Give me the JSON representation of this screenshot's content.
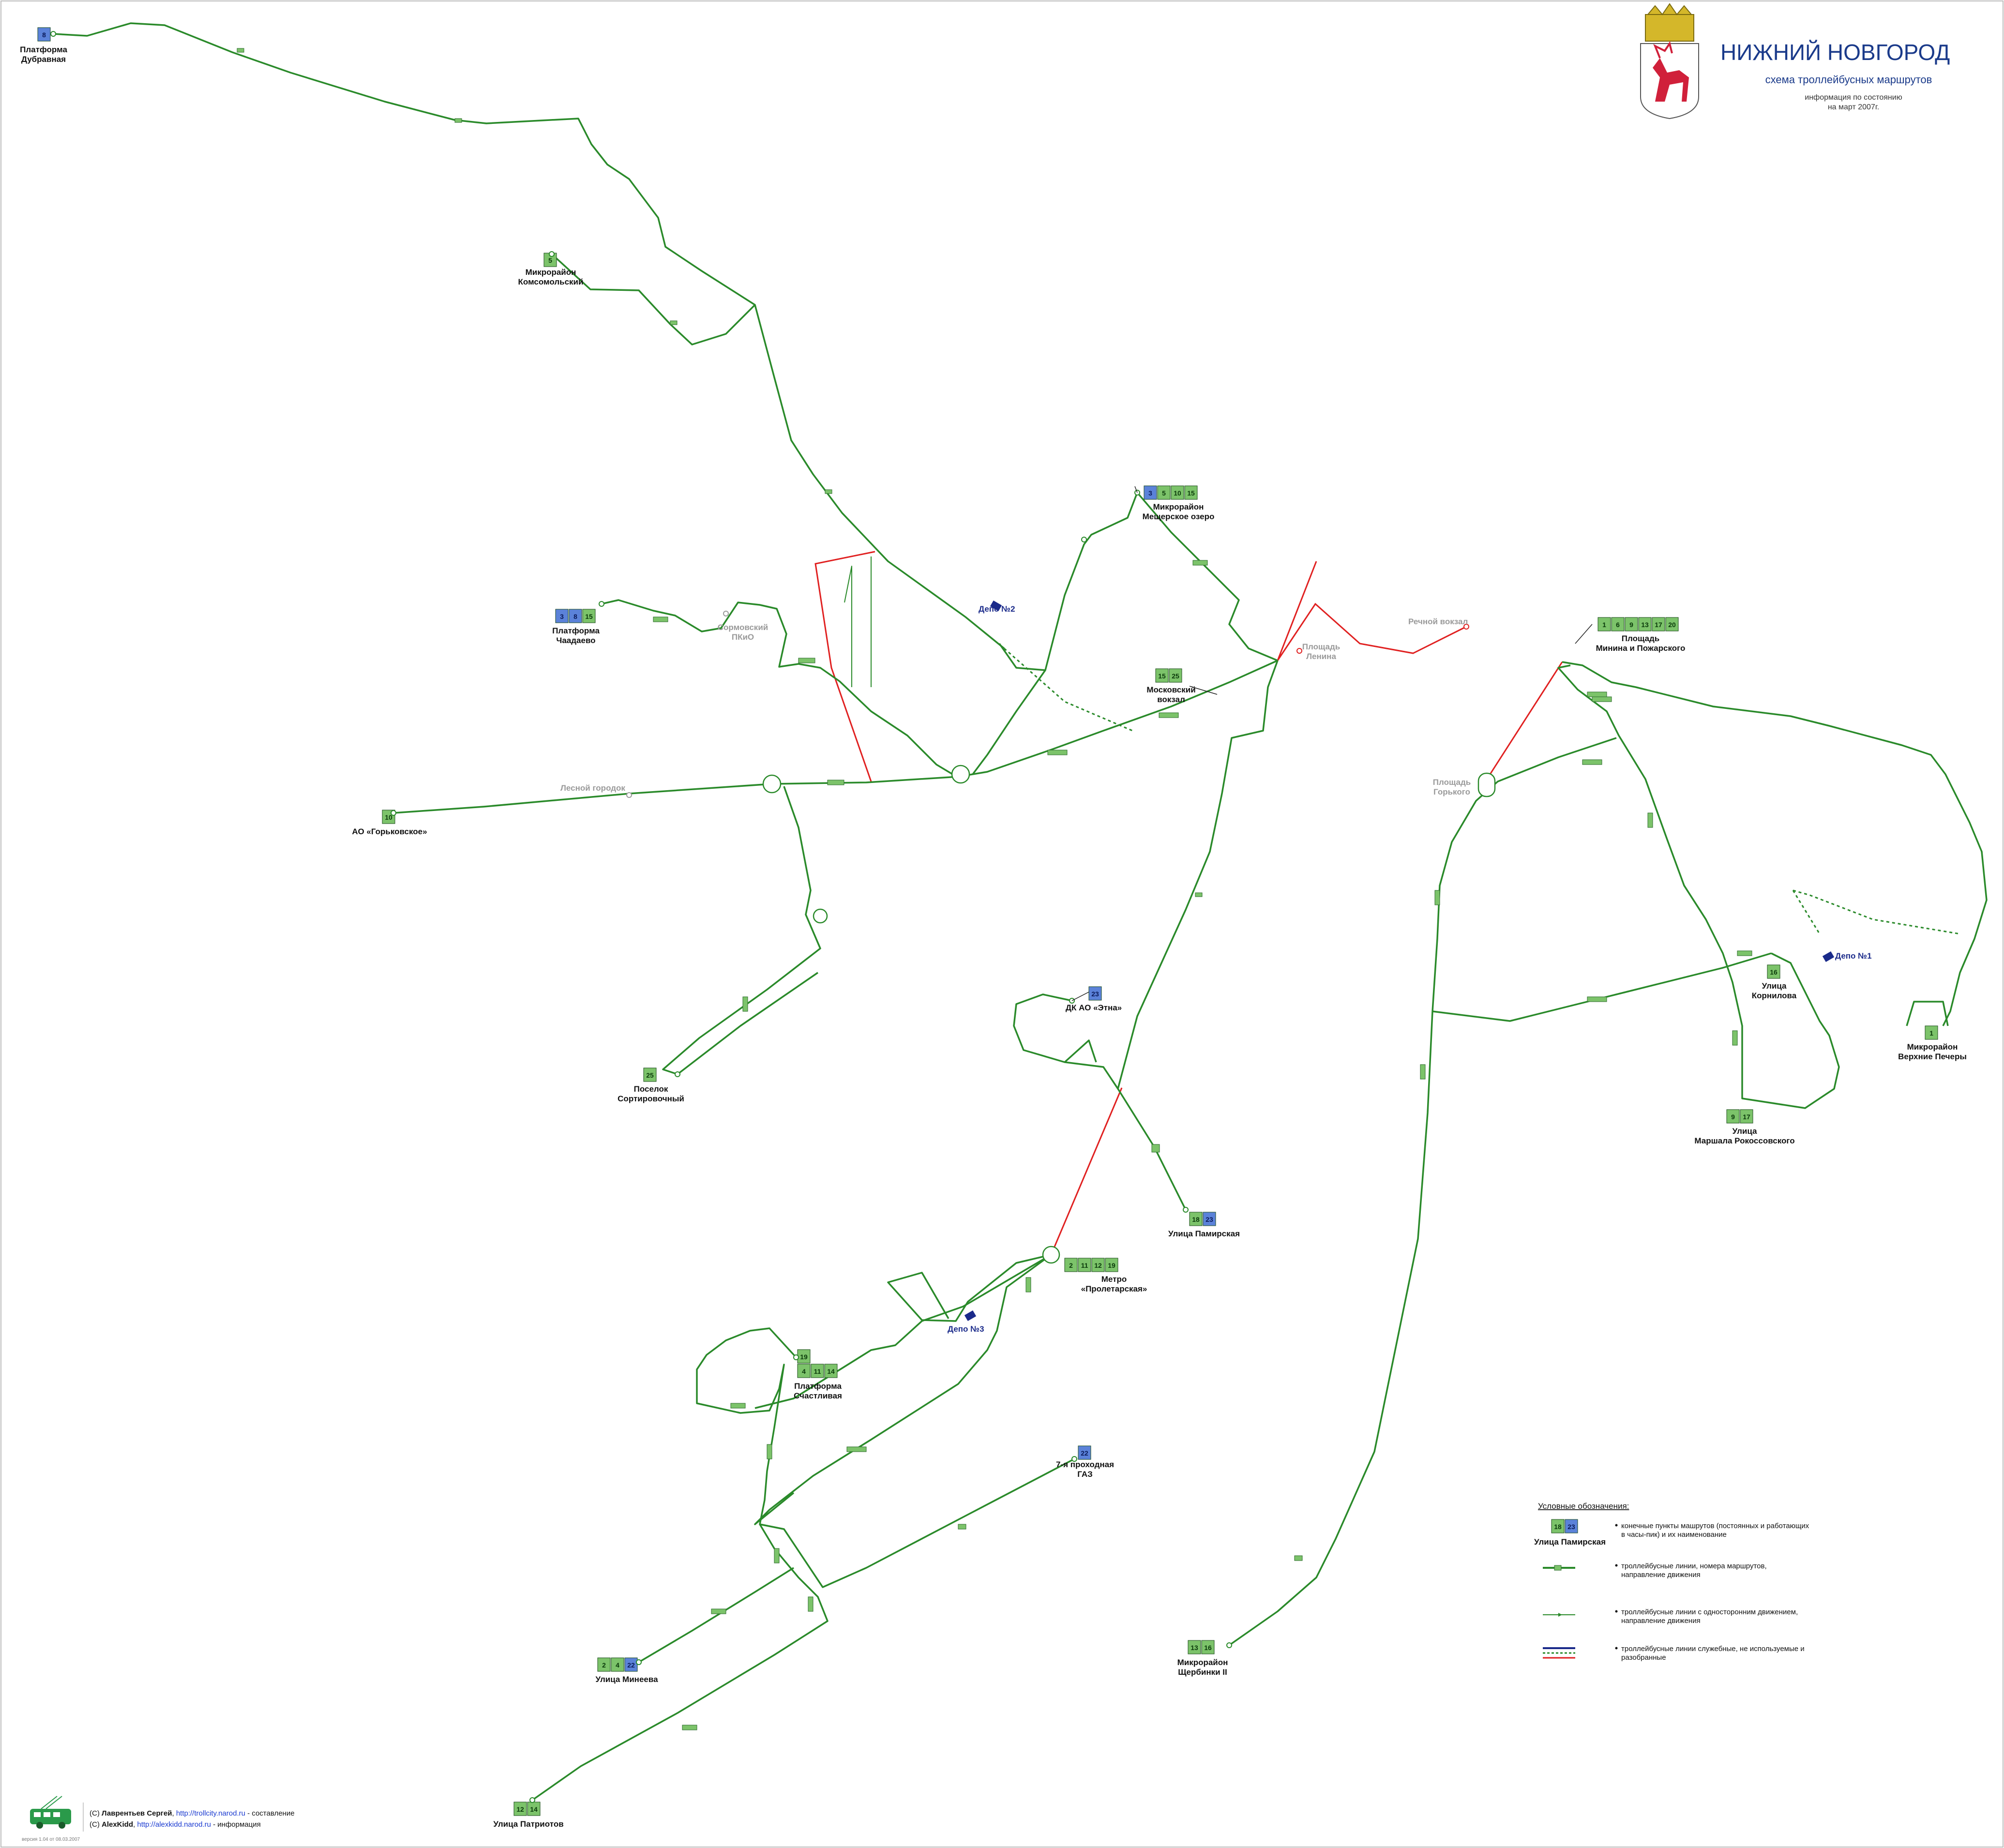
{
  "header": {
    "city": "НИЖНИЙ НОВГОРОД",
    "subtitle": "схема троллейбусных маршрутов",
    "info_line1": "информация по состоянию",
    "info_line2": "на март 2007г."
  },
  "colors": {
    "line": "#2a8a2a",
    "unused": "#e02020",
    "service": "#1a2a8a",
    "permanent_route": "#7cc36a",
    "rush_route": "#5b82d9"
  },
  "terminals": [
    {
      "id": "platforma-dubravnaya",
      "line1": "Платформа",
      "line2": "Дубравная",
      "routes": [
        {
          "n": "8",
          "t": "b"
        }
      ]
    },
    {
      "id": "mkr-komsomolsky",
      "line1": "Микрорайон",
      "line2": "Комсомольский",
      "routes": [
        {
          "n": "5",
          "t": "g"
        }
      ]
    },
    {
      "id": "mkr-meshcherskoe",
      "line1": "Микрорайон",
      "line2": "Мещерское озеро",
      "routes": [
        {
          "n": "3",
          "t": "b"
        },
        {
          "n": "5",
          "t": "g"
        },
        {
          "n": "10",
          "t": "g"
        },
        {
          "n": "15",
          "t": "g"
        }
      ]
    },
    {
      "id": "platforma-chaadaevo",
      "line1": "Платформа",
      "line2": "Чаадаево",
      "routes": [
        {
          "n": "3",
          "t": "b"
        },
        {
          "n": "8",
          "t": "b"
        },
        {
          "n": "15",
          "t": "g"
        }
      ]
    },
    {
      "id": "ao-gorkovskoe",
      "line1": "АО «Горьковское»",
      "line2": "",
      "routes": [
        {
          "n": "10",
          "t": "g"
        }
      ]
    },
    {
      "id": "moskovsky-vokzal",
      "line1": "Московский",
      "line2": "вокзал",
      "routes": [
        {
          "n": "15",
          "t": "g"
        },
        {
          "n": "25",
          "t": "g"
        }
      ]
    },
    {
      "id": "pl-minina",
      "line1": "Площадь",
      "line2": "Минина и Пожарского",
      "routes": [
        {
          "n": "1",
          "t": "g"
        },
        {
          "n": "6",
          "t": "g"
        },
        {
          "n": "9",
          "t": "g"
        },
        {
          "n": "13",
          "t": "g"
        },
        {
          "n": "17",
          "t": "g"
        },
        {
          "n": "20",
          "t": "g"
        }
      ]
    },
    {
      "id": "poselok-sortirovochny",
      "line1": "Поселок",
      "line2": "Сортировочный",
      "routes": [
        {
          "n": "25",
          "t": "g"
        }
      ]
    },
    {
      "id": "dk-etna",
      "line1": "ДК АО «Этна»",
      "line2": "",
      "routes": [
        {
          "n": "23",
          "t": "b"
        }
      ]
    },
    {
      "id": "ul-pamirskaya",
      "line1": "Улица Памирская",
      "line2": "",
      "routes": [
        {
          "n": "18",
          "t": "g"
        },
        {
          "n": "23",
          "t": "b"
        }
      ]
    },
    {
      "id": "metro-proletarskaya",
      "line1": "Метро",
      "line2": "«Пролетарская»",
      "routes": [
        {
          "n": "2",
          "t": "g"
        },
        {
          "n": "11",
          "t": "g"
        },
        {
          "n": "12",
          "t": "g"
        },
        {
          "n": "19",
          "t": "g"
        }
      ]
    },
    {
      "id": "platforma-schastlivaya",
      "line1": "Платформа",
      "line2": "Счастливая",
      "routes": [
        {
          "n": "4",
          "t": "g"
        },
        {
          "n": "11",
          "t": "g"
        },
        {
          "n": "14",
          "t": "g"
        }
      ],
      "extra": [
        {
          "n": "19",
          "t": "g"
        }
      ]
    },
    {
      "id": "ul-kornilova",
      "line1": "Улица",
      "line2": "Корнилова",
      "routes": [
        {
          "n": "16",
          "t": "g"
        }
      ]
    },
    {
      "id": "mkr-verkhnie-pechery",
      "line1": "Микрорайон",
      "line2": "Верхние Печеры",
      "routes": [
        {
          "n": "1",
          "t": "g"
        }
      ]
    },
    {
      "id": "ul-rokossovskogo",
      "line1": "Улица",
      "line2": "Маршала Рокоссовского",
      "routes": [
        {
          "n": "9",
          "t": "g"
        },
        {
          "n": "17",
          "t": "g"
        }
      ]
    },
    {
      "id": "7-prokhodnaya-gaz",
      "line1": "7-я проходная",
      "line2": "ГАЗ",
      "routes": [
        {
          "n": "22",
          "t": "b"
        }
      ]
    },
    {
      "id": "ul-mineeva",
      "line1": "Улица Минеева",
      "line2": "",
      "routes": [
        {
          "n": "2",
          "t": "g"
        },
        {
          "n": "4",
          "t": "g"
        },
        {
          "n": "22",
          "t": "b"
        }
      ]
    },
    {
      "id": "mkr-shcherbinki",
      "line1": "Микрорайон",
      "line2": "Щербинки II",
      "routes": [
        {
          "n": "13",
          "t": "g"
        },
        {
          "n": "16",
          "t": "g"
        }
      ]
    },
    {
      "id": "ul-patriotov",
      "line1": "Улица Патриотов",
      "line2": "",
      "routes": [
        {
          "n": "12",
          "t": "g"
        },
        {
          "n": "14",
          "t": "g"
        }
      ]
    }
  ],
  "depots": {
    "d2": "Депо №2",
    "d3": "Депо №3",
    "d1": "Депо №1"
  },
  "places": {
    "sormovsky1": "Сормовский",
    "sormovsky2": "ПКиО",
    "lesnoy": "Лесной городок",
    "lenina1": "Площадь",
    "lenina2": "Ленина",
    "rechnoy": "Речной вокзал",
    "gorkogo1": "Площадь",
    "gorkogo2": "Горького"
  },
  "legend": {
    "title": "Условные обозначения:",
    "sample_routes": [
      {
        "n": "18",
        "t": "g"
      },
      {
        "n": "23",
        "t": "b"
      }
    ],
    "sample_name": "Улица Памирская",
    "item1_line1": "конечные пункты машрутов (постоянных и работающих",
    "item1_line2": "в часы-пик) и их наименование",
    "item2_line1": "троллейбусные линии, номера маршрутов,",
    "item2_line2": "направление движения",
    "item3_line1": "троллейбусные линии с односторонним движением,",
    "item3_line2": "направление движения",
    "item4_line1": "троллейбусные линии служебные, не используемые и",
    "item4_line2": "разобранные"
  },
  "credits": {
    "line1_prefix": "(С) ",
    "line1_name": "Лаврентьев Сергей",
    "line1_link": "http://trollcity.narod.ru",
    "line1_suffix": " - составление",
    "line2_prefix": "(С) ",
    "line2_name": "AlexKidd",
    "line2_link": "http://alexkidd.narod.ru",
    "line2_suffix": " - информация",
    "version": "версия 1.04 от 08.03.2007"
  }
}
